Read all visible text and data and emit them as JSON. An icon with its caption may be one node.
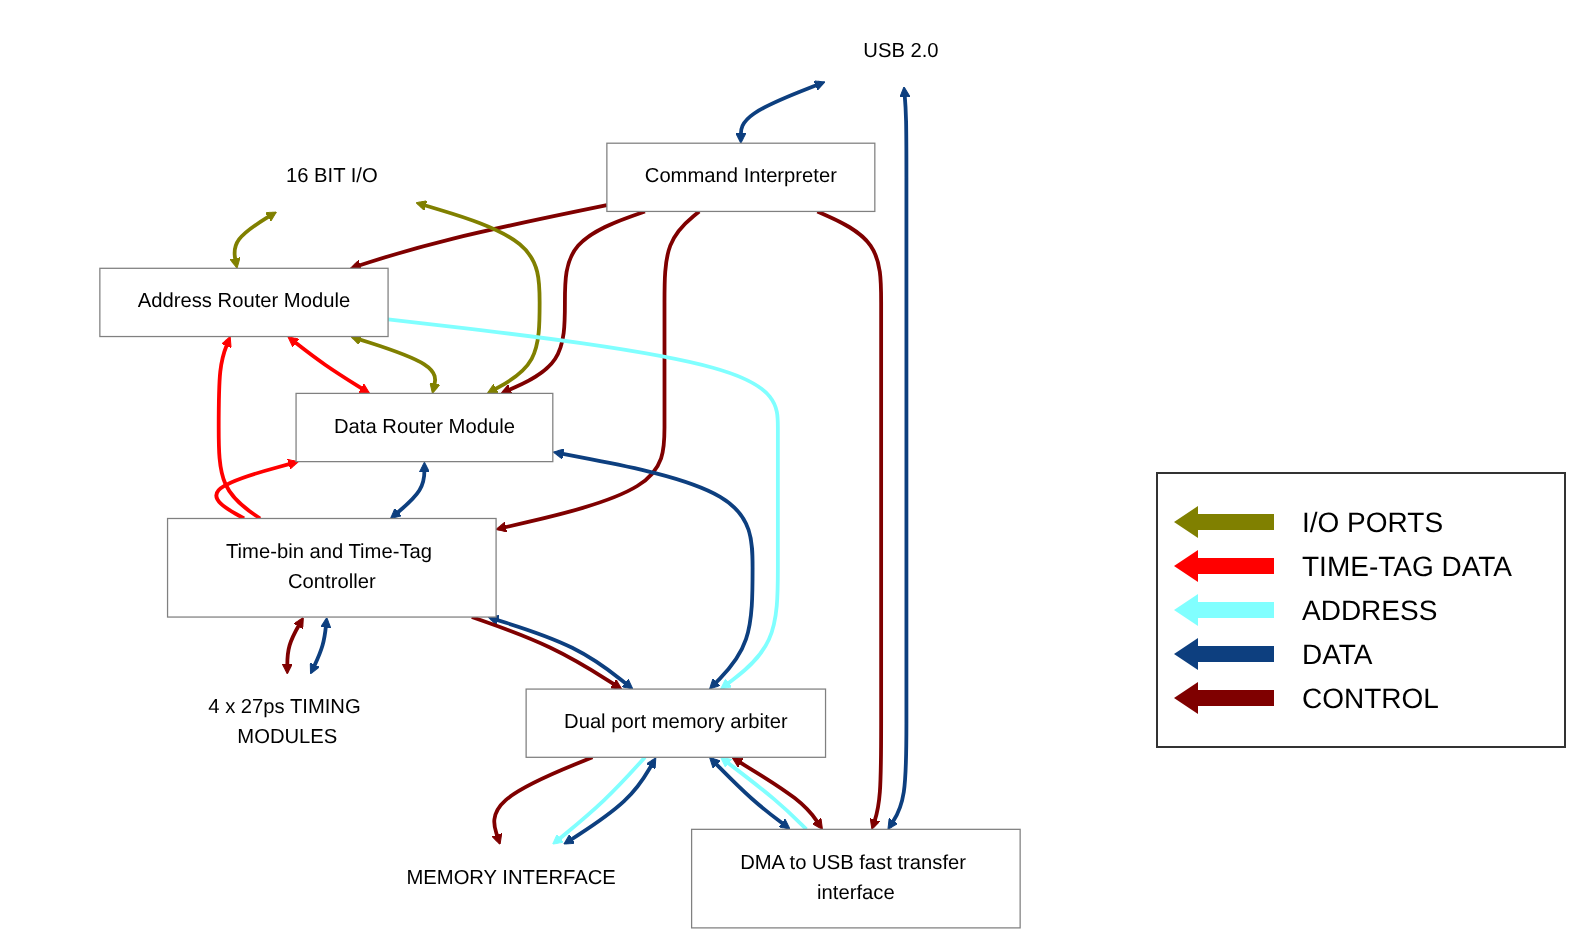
{
  "diagram": {
    "nodes": [
      {
        "text": [
          "16 BIT I/O"
        ]
      },
      {
        "text": [
          "Address Router Module"
        ]
      },
      {
        "text": [
          "Command Interpreter"
        ]
      },
      {
        "text": [
          "USB 2.0"
        ]
      },
      {
        "text": [
          "DMA to USB fast transfer interface"
        ]
      },
      {
        "text": [
          "Data Router Module"
        ]
      },
      {
        "text": [
          "Time-bin and Time-Tag Controller"
        ]
      },
      {
        "text": [
          "4 x 27ps TIMING MODULES"
        ]
      },
      {
        "text": [
          "Dual port memory arbiter"
        ]
      },
      {
        "text": [
          "MEMORY INTERFACE"
        ]
      }
    ],
    "edges": [
      {
        "from": 3,
        "to": 2,
        "arrow": "both",
        "color": "#0d3f7f"
      },
      {
        "from": 3,
        "to": 4,
        "arrow": "both",
        "color": "#0d3f7f"
      },
      {
        "from": 2,
        "to": 1,
        "arrow": "to",
        "color": "#7f0000"
      },
      {
        "from": 2,
        "to": 4,
        "arrow": "to",
        "color": "#7f0000"
      },
      {
        "from": 2,
        "to": 5,
        "arrow": "to",
        "color": "#7f0000"
      },
      {
        "from": 2,
        "to": 6,
        "arrow": "to",
        "color": "#7f0000"
      },
      {
        "from": 0,
        "to": 1,
        "arrow": "both",
        "color": "#808000"
      },
      {
        "from": 0,
        "to": 5,
        "arrow": "both",
        "color": "#808000"
      },
      {
        "from": 1,
        "to": 5,
        "arrow": "both",
        "color": "#808000"
      },
      {
        "from": 1,
        "to": 5,
        "arrow": "both",
        "color": "#ff0000"
      },
      {
        "from": 6,
        "to": 1,
        "arrow": "to",
        "color": "#ff0000"
      },
      {
        "from": 6,
        "to": 5,
        "arrow": "to",
        "color": "#ff0000"
      },
      {
        "from": 1,
        "to": 8,
        "arrow": "to",
        "color": "#80ffff"
      },
      {
        "from": 4,
        "to": 8,
        "arrow": "to",
        "color": "#80ffff"
      },
      {
        "from": 5,
        "to": 6,
        "arrow": "both",
        "color": "#0d3f7f"
      },
      {
        "from": 5,
        "to": 8,
        "arrow": "both",
        "color": "#0d3f7f"
      },
      {
        "from": 6,
        "to": 8,
        "arrow": "both",
        "color": "#0d3f7f"
      },
      {
        "from": 4,
        "to": 8,
        "arrow": "both",
        "color": "#0d3f7f"
      },
      {
        "from": 8,
        "to": 4,
        "arrow": "both",
        "color": "#7f0000"
      },
      {
        "from": 6,
        "to": 8,
        "arrow": "to",
        "color": "#7f0000"
      },
      {
        "from": 6,
        "to": 7,
        "arrow": "both",
        "color": "#0d3f7f"
      },
      {
        "from": 6,
        "to": 7,
        "arrow": "both",
        "color": "#7f0000"
      },
      {
        "from": 8,
        "to": 9,
        "arrow": "both",
        "color": "#0d3f7f"
      },
      {
        "from": 8,
        "to": 9,
        "arrow": "to",
        "color": "#80ffff"
      },
      {
        "from": 8,
        "to": 9,
        "arrow": "to",
        "color": "#7f0000"
      }
    ],
    "legend": [
      {
        "text": "I/O PORTS",
        "color": "#808000"
      },
      {
        "text": "TIME-TAG DATA",
        "color": "#ff0000"
      },
      {
        "text": "ADDRESS",
        "color": "#80ffff"
      },
      {
        "text": "DATA",
        "color": "#0d3f7f"
      },
      {
        "text": "CONTROL",
        "color": "#7f0000"
      }
    ]
  }
}
